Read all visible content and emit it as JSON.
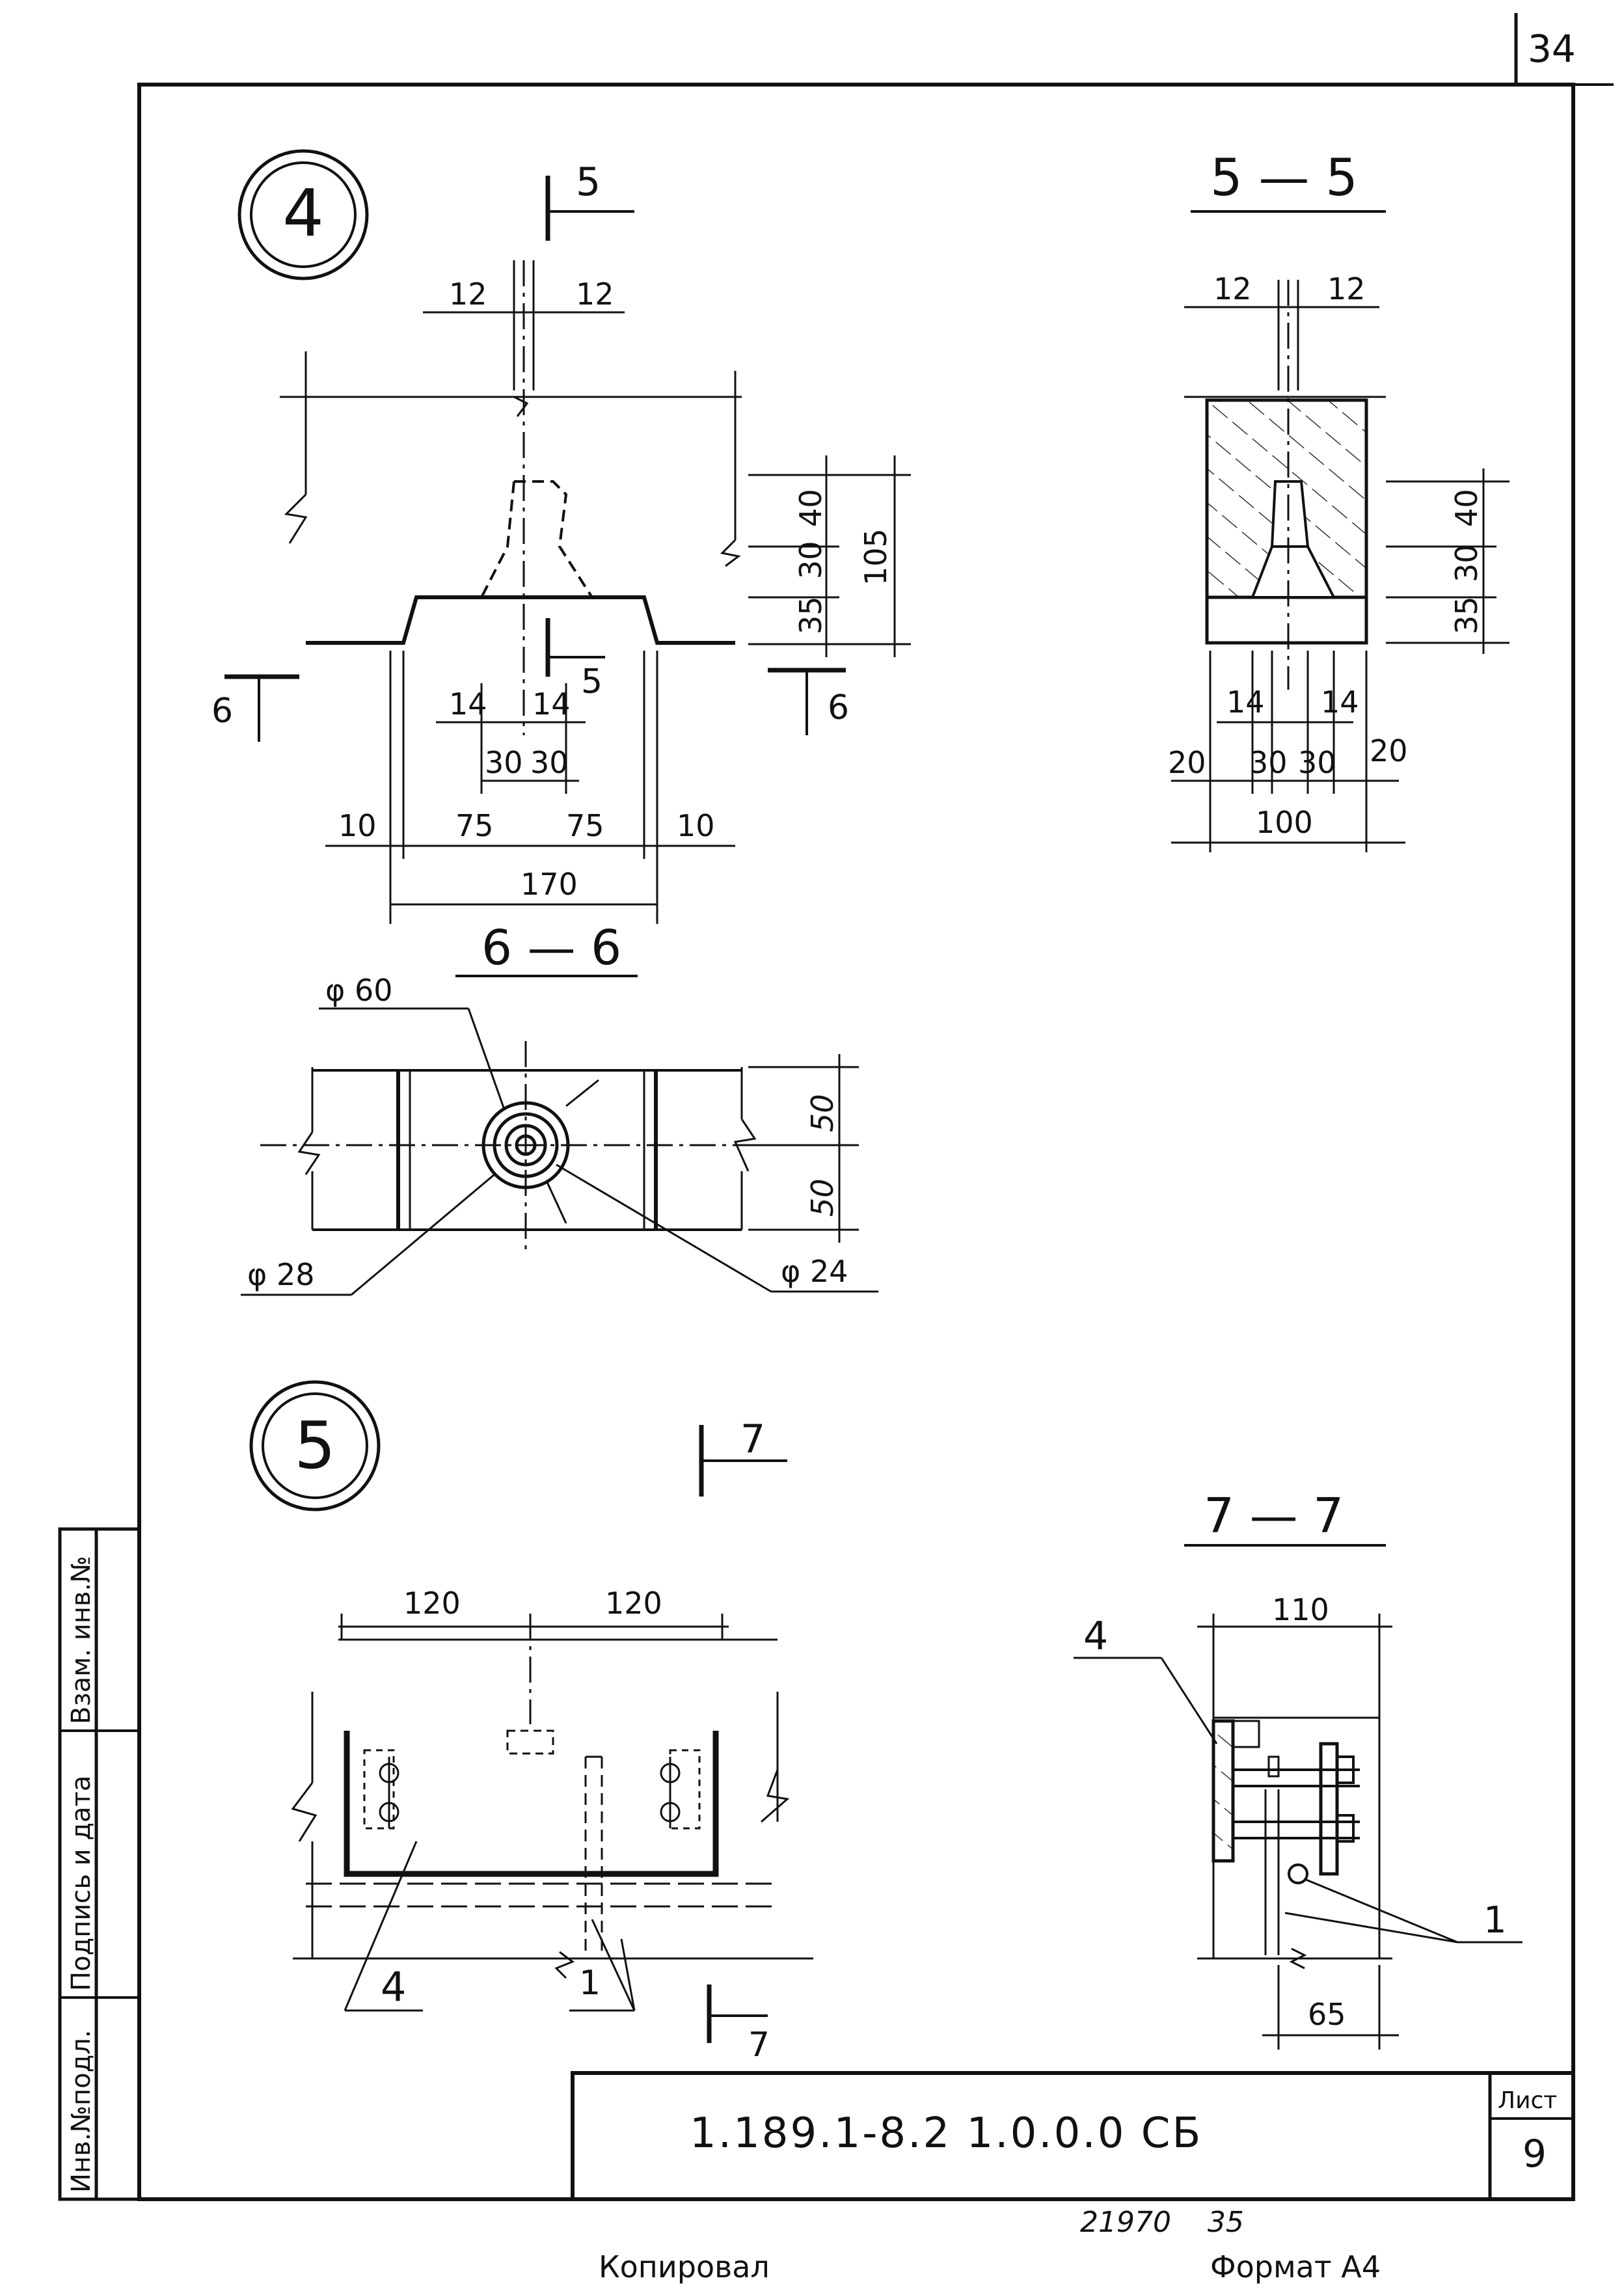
{
  "sheet": {
    "page_number": "34",
    "code": "1.189.1-8.2  1.0.0.0 СБ",
    "sheet_label": "Лист",
    "sheet_number": "9",
    "copy_label": "Копировал",
    "format_label": "Формат А4",
    "stamp_numbers": "21970    35"
  },
  "side_stamp": {
    "inv_podl": "Инв.№подл.",
    "podpis": "Подпись и дата",
    "vzam": "Взам. инв.№"
  },
  "node4": {
    "number": "4",
    "cut5_label": "5",
    "cut6_label": "6",
    "dims": {
      "top_left": "12",
      "top_right": "12",
      "h40": "40",
      "h30": "30",
      "h35": "35",
      "h105": "105",
      "w14a": "14",
      "w14b": "14",
      "w30a": "30",
      "w30b": "30",
      "w10a": "10",
      "w75a": "75",
      "w75b": "75",
      "w10b": "10",
      "w170": "170"
    }
  },
  "section55": {
    "title": "5 — 5",
    "dims": {
      "top_left": "12",
      "top_right": "12",
      "h40": "40",
      "h30": "30",
      "h35": "35",
      "w14a": "14",
      "w14b": "14",
      "w20a": "20",
      "w30a": "30",
      "w30b": "30",
      "w20b": "20",
      "w100": "100"
    }
  },
  "section66": {
    "title": "6 — 6",
    "d60": "φ 60",
    "d28": "φ 28",
    "d24": "φ 24",
    "h50a": "50",
    "h50b": "50"
  },
  "node5": {
    "number": "5",
    "cut7_label": "7",
    "dims": {
      "w120a": "120",
      "w120b": "120"
    },
    "callout4": "4",
    "callout1": "1"
  },
  "section77": {
    "title": "7 — 7",
    "w110": "110",
    "w65": "65",
    "callout4": "4",
    "callout1": "1"
  }
}
